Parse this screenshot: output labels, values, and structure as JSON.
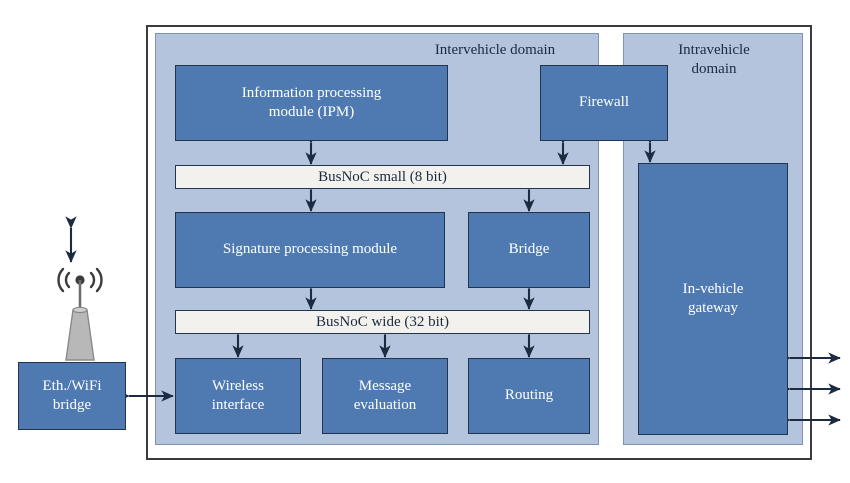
{
  "diagram": {
    "domains": {
      "intervehicle": "Intervehicle domain",
      "intravehicle": "Intravehicle\ndomain"
    },
    "modules": {
      "ipm": "Information processing\nmodule (IPM)",
      "firewall": "Firewall",
      "signature": "Signature processing module",
      "bridge": "Bridge",
      "wireless": "Wireless\ninterface",
      "message": "Message\nevaluation",
      "routing": "Routing",
      "gateway": "In-vehicle\ngateway",
      "ethwifi": "Eth./WiFi\nbridge"
    },
    "buses": {
      "small": "BusNoC small (8 bit)",
      "wide": "BusNoC wide (32 bit)"
    },
    "colors": {
      "module_fill": "#4e7ab1",
      "module_border": "#23344d",
      "panel_fill": "#b4c4dc",
      "panel_border": "#7f93b5",
      "bus_fill": "#f2f1ed",
      "frame_border": "#3b3b3b",
      "antenna_fill": "#b8b8b8",
      "arrow_color": "#1c2b3f"
    }
  }
}
